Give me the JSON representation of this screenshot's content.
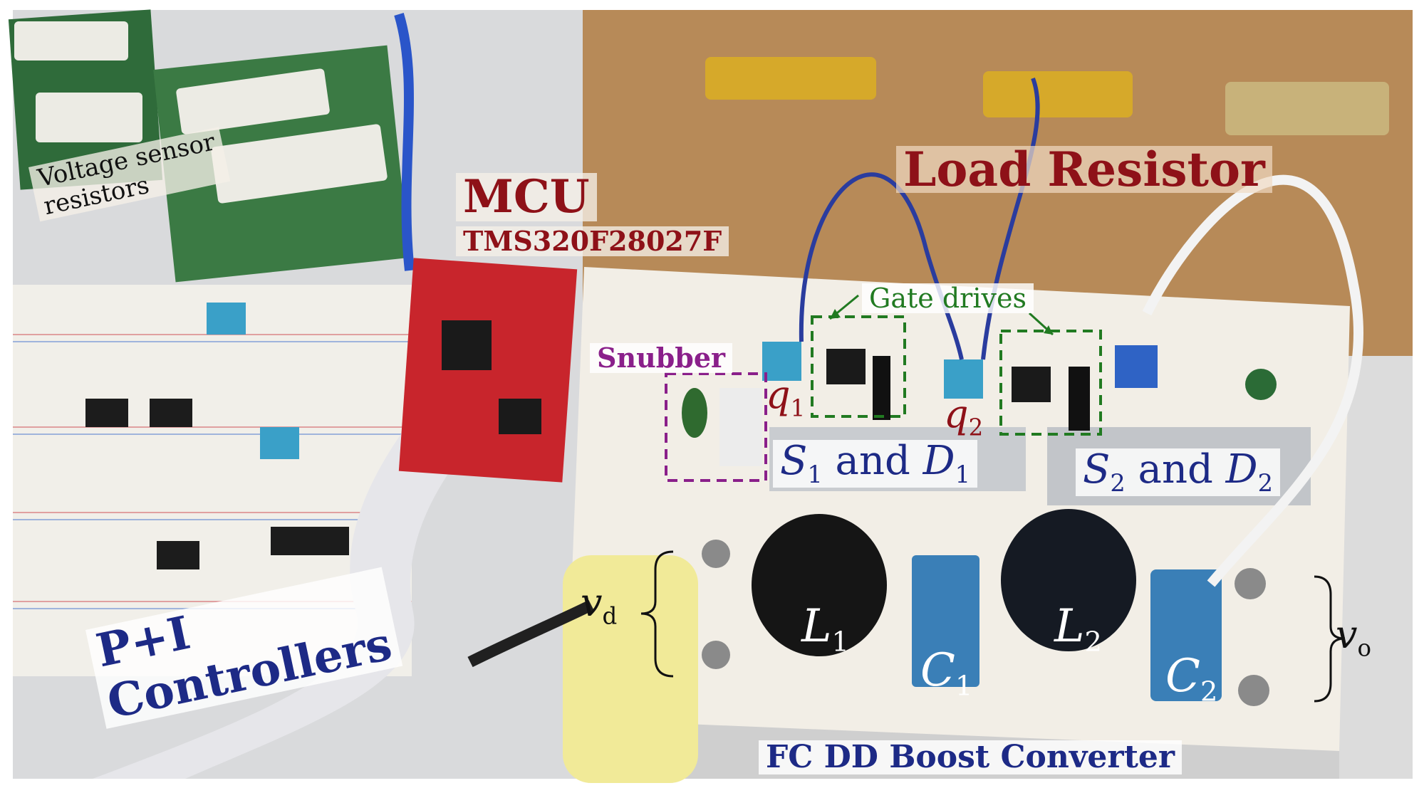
{
  "labels": {
    "voltage_sensor": [
      "Voltage sensor",
      "resistors"
    ],
    "mcu_title": "MCU",
    "mcu_part": "TMS320F28027F",
    "load_resistor": "Load Resistor",
    "gate_drives": "Gate drives",
    "snubber": "Snubber",
    "q1": {
      "base": "q",
      "sub": "1"
    },
    "q2": {
      "base": "q",
      "sub": "2"
    },
    "s1d1": {
      "s": "S",
      "s_sub": "1",
      "and": " and ",
      "d": "D",
      "d_sub": "1"
    },
    "s2d2": {
      "s": "S",
      "s_sub": "2",
      "and": " and ",
      "d": "D",
      "d_sub": "2"
    },
    "pi": "P+I",
    "controllers": "Controllers",
    "vd": {
      "base": "v",
      "sub": "d"
    },
    "vo": {
      "base": "v",
      "sub": "o"
    },
    "l1": {
      "base": "L",
      "sub": "1"
    },
    "l2": {
      "base": "L",
      "sub": "2"
    },
    "c1": {
      "base": "C",
      "sub": "1"
    },
    "c2": {
      "base": "C",
      "sub": "2"
    },
    "fc_dd": "FC DD Boost Converter"
  },
  "colors": {
    "maroon": "#8e1118",
    "navy": "#1d2a86",
    "purple": "#8a1f8a",
    "green": "#217a21"
  }
}
